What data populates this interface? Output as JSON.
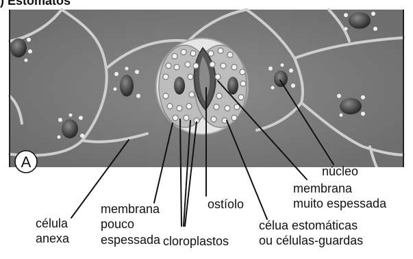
{
  "title": ") Estômatos",
  "panel_label": "A",
  "labels": {
    "nucleo": "núcleo",
    "membrana_muito_1": "membrana",
    "membrana_muito_2": "muito espessada",
    "ostiolo": "ostíolo",
    "celula_anexa_1": "célula",
    "celula_anexa_2": "anexa",
    "membrana_pouco_1": "membrana",
    "membrana_pouco_2": "pouco",
    "membrana_pouco_3": "espessada",
    "cloroplastos": "cloroplastos",
    "guardas_1": "célua estomáticas",
    "guardas_2": "ou células-guardas"
  },
  "colors": {
    "tissue": "#7f7f7f",
    "cell_wall": "#d6d6d6",
    "guard_cell": "#b9b9b9",
    "ostiole": "#5a5a5a",
    "nucleus": "#3a3a3a",
    "chloroplast": "#f2f2f2"
  }
}
